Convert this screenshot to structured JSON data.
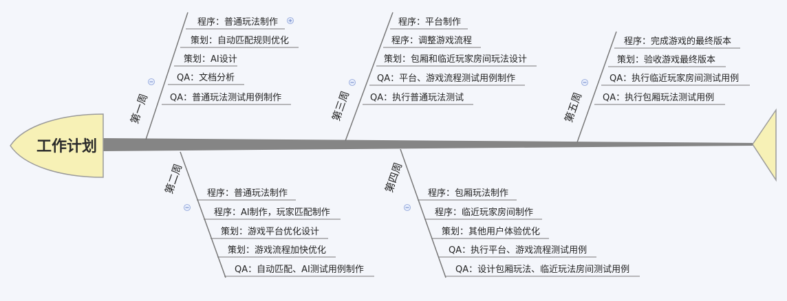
{
  "diagram": {
    "title": "工作计划",
    "colors": {
      "head_fill": "#f7f1b6",
      "head_stroke": "#9a9a9a",
      "spine": "#858585",
      "bone": "#777777",
      "text": "#222222",
      "toggle": "#6a84c8"
    },
    "branches": [
      {
        "label": "第一周",
        "items": [
          "程序：普通玩法制作",
          "策划：自动匹配规则优化",
          "策划：AI设计",
          "QA：文档分析",
          "QA：普通玩法测试用例制作"
        ]
      },
      {
        "label": "第二周",
        "items": [
          "程序：普通玩法制作",
          "程序：AI制作，玩家匹配制作",
          "策划：游戏平台优化设计",
          "策划：游戏流程加快优化",
          "QA：自动匹配、AI测试用例制作"
        ]
      },
      {
        "label": "第三周",
        "items": [
          "程序：平台制作",
          "程序：调整游戏流程",
          "策划：包厢和临近玩家房间玩法设计",
          "QA：平台、游戏流程测试用例制作",
          "QA：执行普通玩法测试"
        ]
      },
      {
        "label": "第四周",
        "items": [
          "程序：包厢玩法制作",
          "程序：临近玩家房间制作",
          "策划：其他用户体验优化",
          "QA：执行平台、游戏流程测试用例",
          "QA：设计包厢玩法、临近玩法房间测试用例"
        ]
      },
      {
        "label": "第五周",
        "items": [
          "程序：完成游戏的最终版本",
          "策划：验收游戏最终版本",
          "QA：执行临近玩家房间测试用例",
          "QA：执行包厢玩法测试用例"
        ]
      }
    ]
  }
}
